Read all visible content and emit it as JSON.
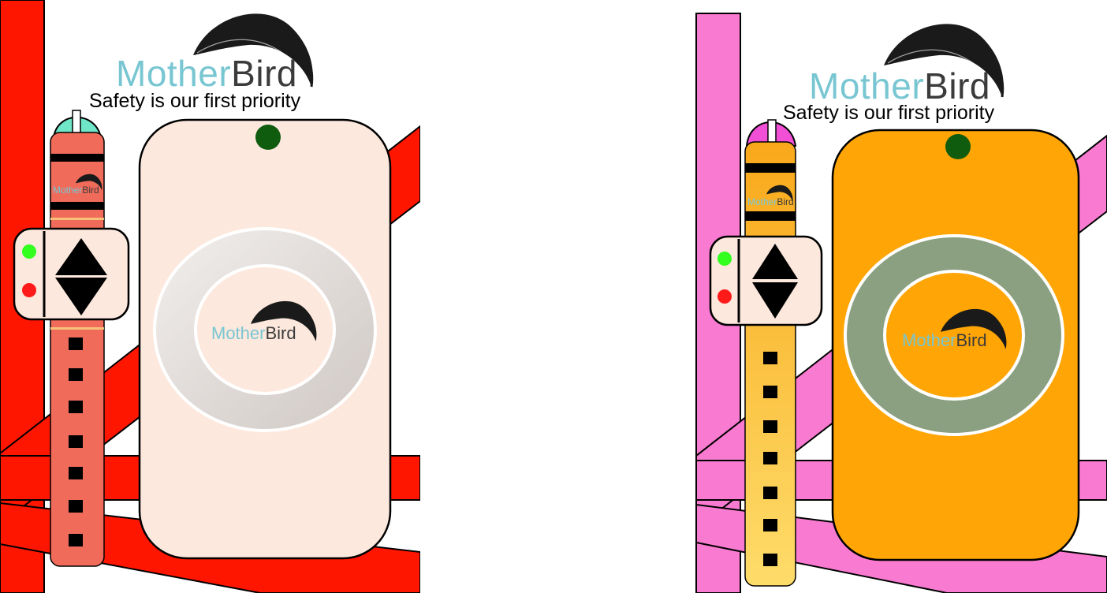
{
  "brand": {
    "name_part1": "Mother",
    "name_part2": "Bird",
    "tagline": "Safety is our first priority"
  },
  "variants": [
    {
      "id": "red",
      "frame_color": "#ff1600",
      "strap_color": "#f06b5a",
      "clip_color": "#6fe6c8",
      "device_color": "#fde8dd",
      "ring_color": "#dcd6d3",
      "indicator_color": "#0f5c0f",
      "led_green": "#33ff1f",
      "led_red": "#ff1a1a"
    },
    {
      "id": "pink",
      "frame_color": "#f97bd1",
      "strap_color": "#f9b320",
      "clip_color": "#f04fd6",
      "device_color": "#ffa505",
      "ring_color": "#8aa081",
      "indicator_color": "#0f5c0f",
      "led_green": "#33ff1f",
      "led_red": "#ff1a1a"
    }
  ],
  "icons": [
    "feather-icon",
    "arrow-up-icon",
    "arrow-down-icon"
  ]
}
